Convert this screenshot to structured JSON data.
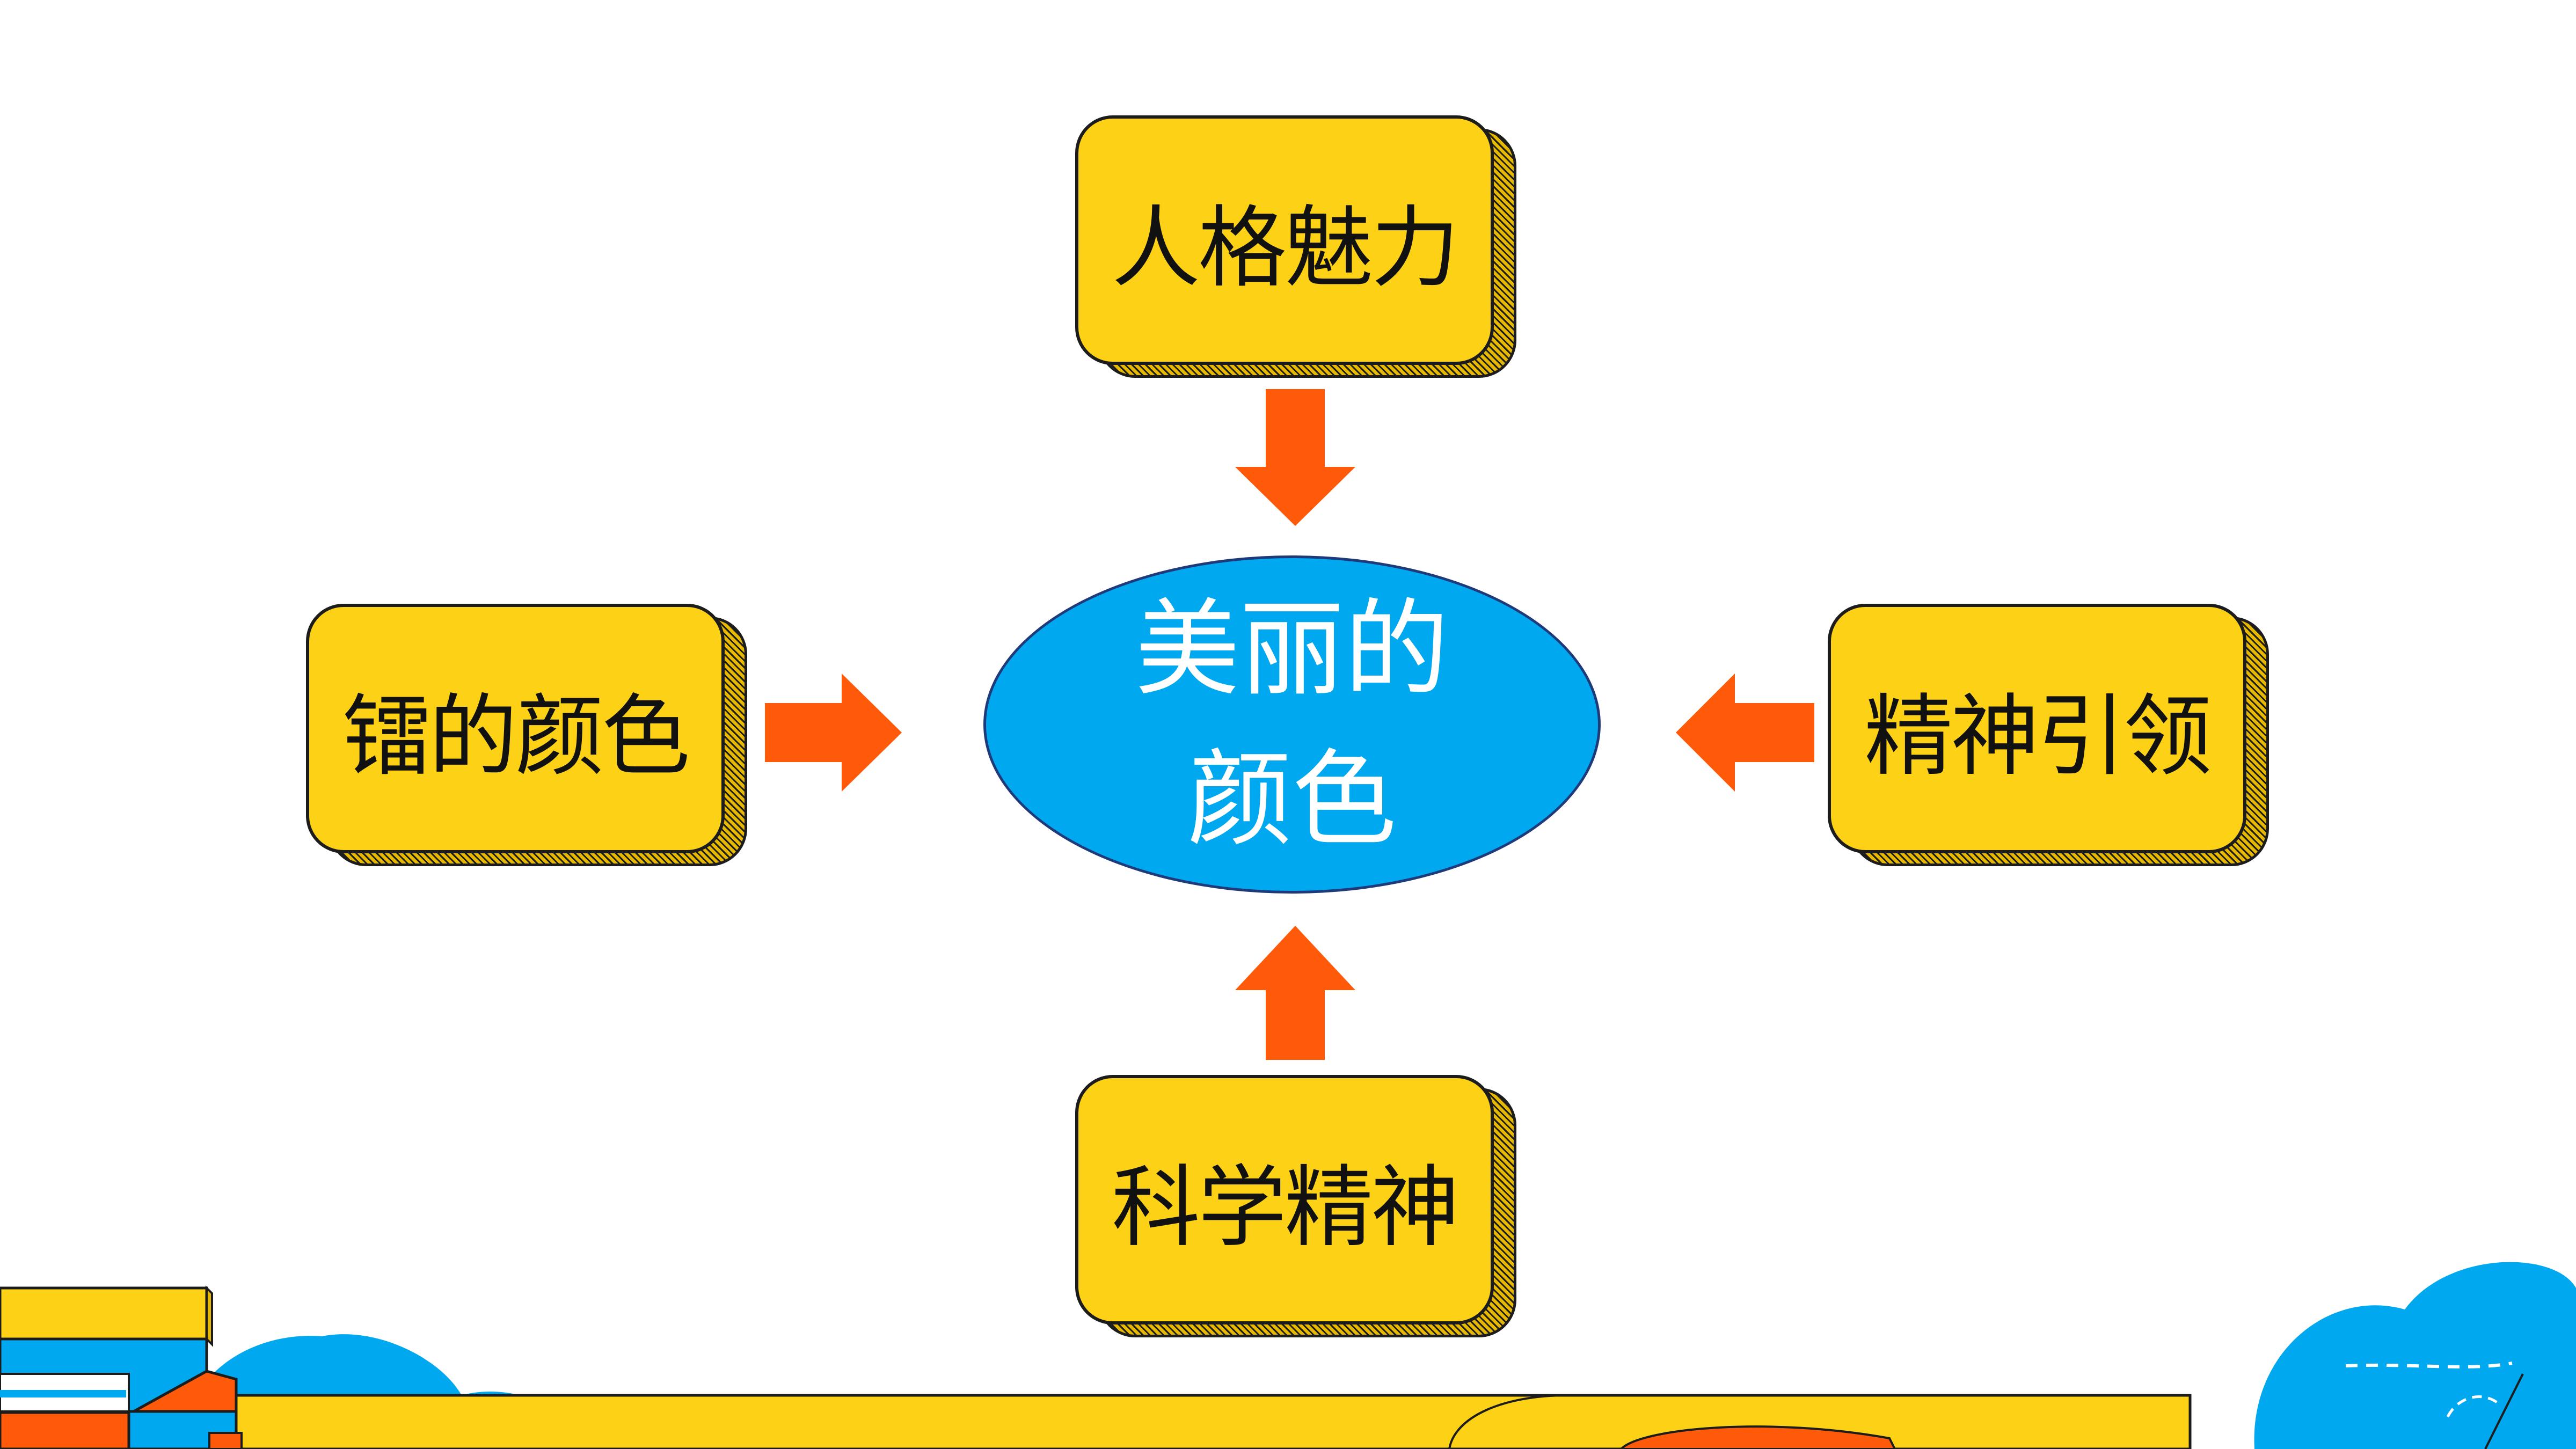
{
  "diagram": {
    "center": {
      "line1": "美丽的",
      "line2": "颜色"
    },
    "nodes": {
      "top": {
        "label": "人格魅力"
      },
      "left": {
        "label": "镭的颜色"
      },
      "right": {
        "label": "精神引领"
      },
      "bottom": {
        "label": "科学精神"
      }
    }
  },
  "colors": {
    "node_fill": "#fcd116",
    "node_border": "#1c1c1c",
    "center_fill": "#00a8f0",
    "center_text": "#ffffff",
    "arrow": "#ff5a0a",
    "decor_blue": "#00a8f0",
    "decor_yellow": "#fcd116",
    "decor_orange": "#ff5a0a"
  }
}
